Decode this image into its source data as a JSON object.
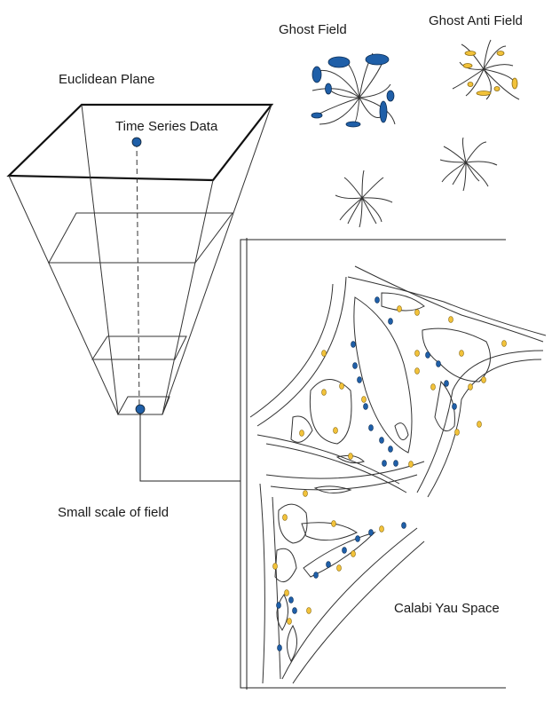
{
  "labels": {
    "euclidean_plane": "Euclidean Plane",
    "time_series_data": "Time Series Data",
    "small_scale": "Small scale of field",
    "ghost_field": "Ghost Field",
    "ghost_anti_field": "Ghost Anti Field",
    "calabi_yau": "Calabi Yau Space"
  },
  "colors": {
    "ghost_field_blob": "#1f5fa8",
    "anti_field_blob": "#f2c23a",
    "data_point": "#1f5fa8",
    "line": "#1a1a1a"
  }
}
